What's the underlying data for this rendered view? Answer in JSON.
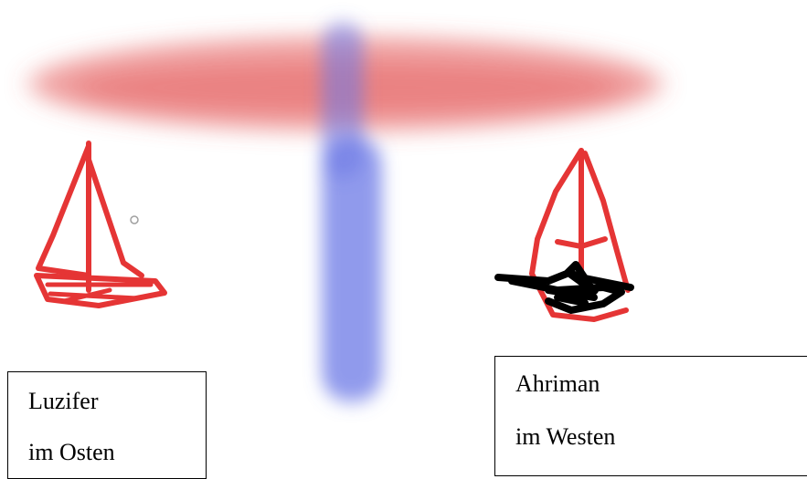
{
  "colors": {
    "crossbar": "#e45858",
    "pillar": "#6b78e6",
    "boat_left": "#e53535",
    "boat_right": "#e53535",
    "cargo_right": "#000000",
    "box_border": "#000000"
  },
  "left_label": {
    "line1": "Luzifer",
    "line2": "im Osten"
  },
  "right_label": {
    "line1": "Ahriman",
    "line2": "im Westen"
  }
}
